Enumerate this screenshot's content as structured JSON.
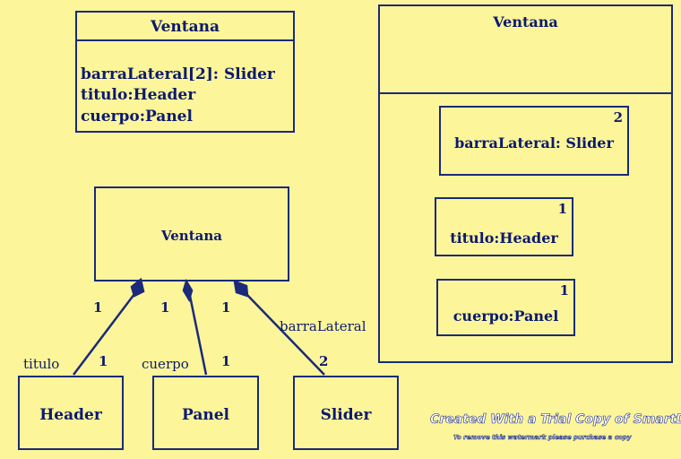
{
  "class_box_top": {
    "title": "Ventana",
    "attributes": [
      "barraLateral[2]: Slider",
      "titulo:Header",
      "cuerpo:Panel"
    ]
  },
  "composite": {
    "title": "Ventana",
    "parts": [
      {
        "label": "barraLateral: Slider",
        "multiplicity": "2"
      },
      {
        "label": "titulo:Header",
        "multiplicity": "1"
      },
      {
        "label": "cuerpo:Panel",
        "multiplicity": "1"
      }
    ]
  },
  "class_diagram": {
    "whole": "Ventana",
    "parts": [
      {
        "name": "Header",
        "role": "titulo",
        "whole_mult": "1",
        "part_mult": "1"
      },
      {
        "name": "Panel",
        "role": "cuerpo",
        "whole_mult": "1",
        "part_mult": "1"
      },
      {
        "name": "Slider",
        "role": "barraLateral",
        "whole_mult": "1",
        "part_mult": "2"
      }
    ]
  },
  "watermark": {
    "line1": "Created With a Trial Copy of SmartDraw",
    "line2": "To remove this watermark please purchase a copy"
  }
}
